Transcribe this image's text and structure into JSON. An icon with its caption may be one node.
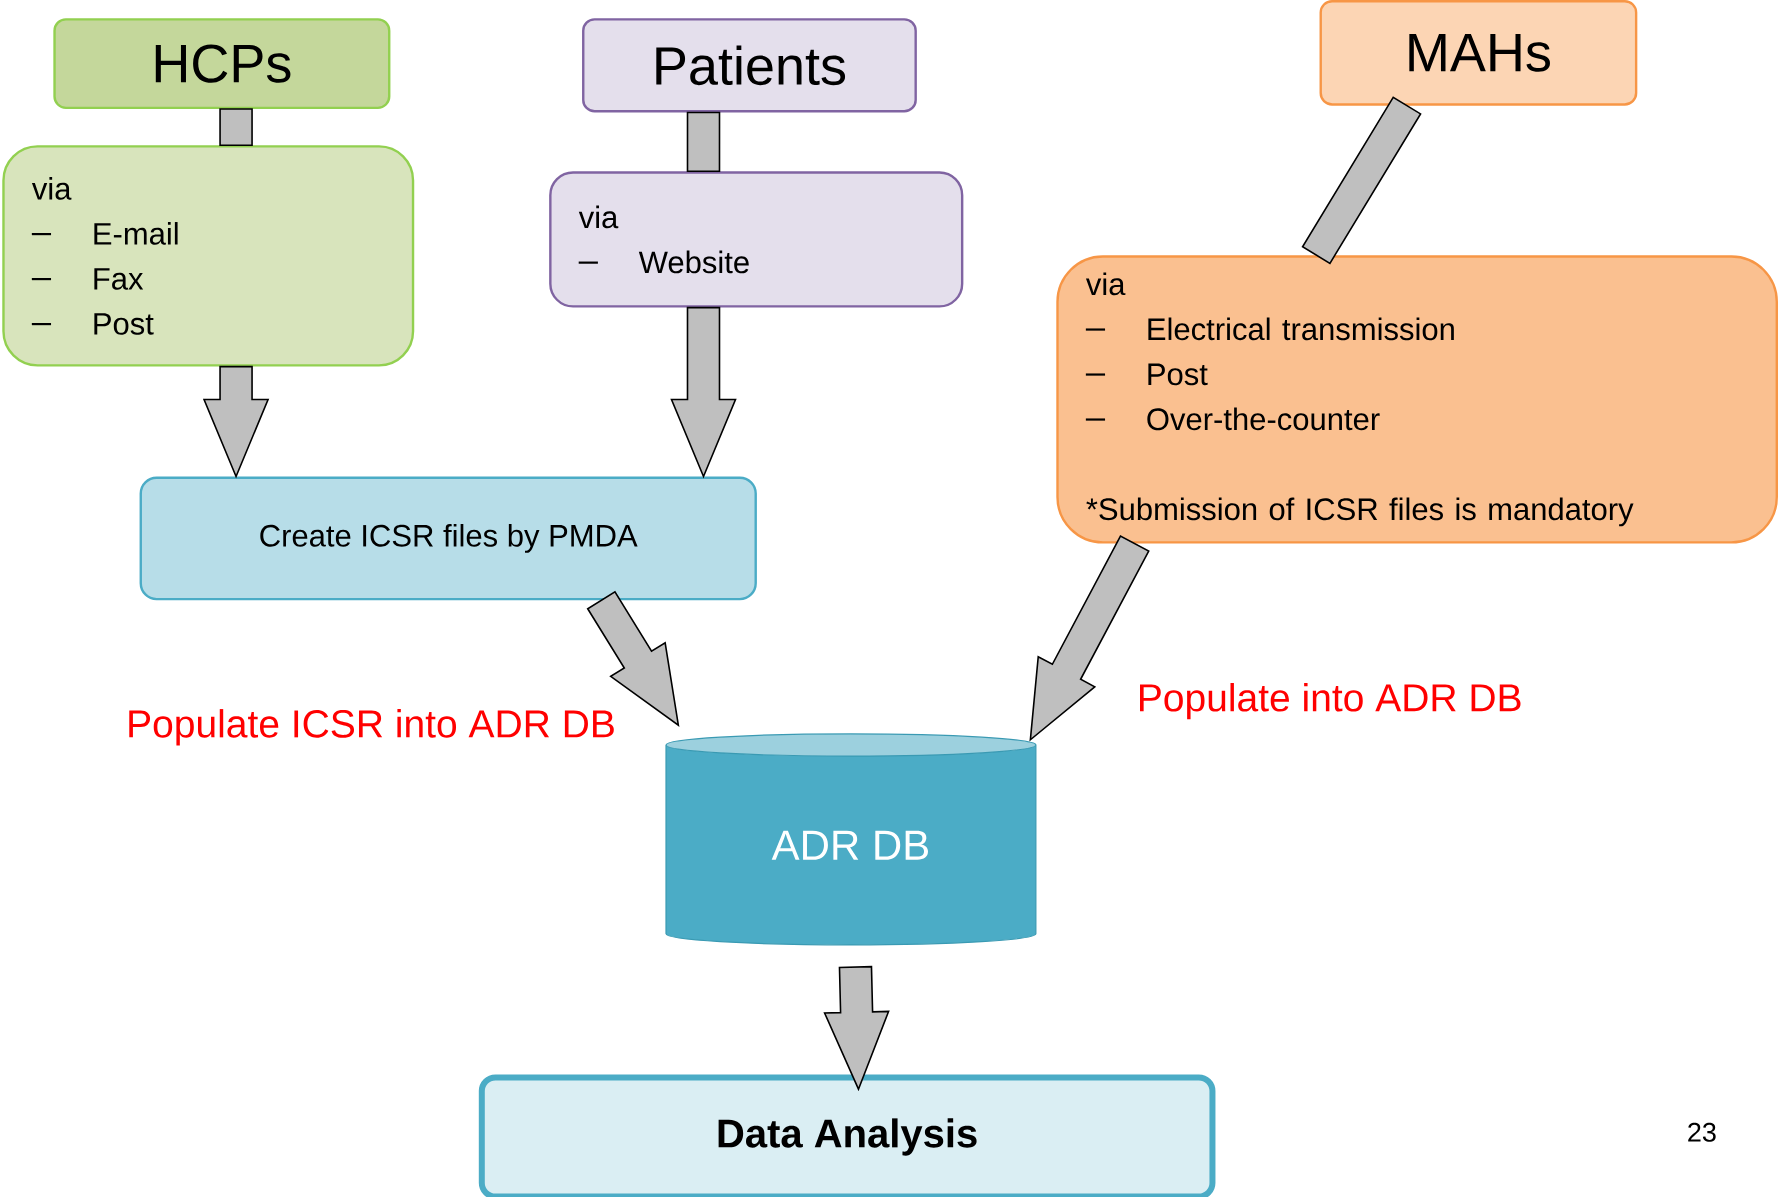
{
  "diagram": {
    "nodes": [
      {
        "text": [
          "HCPs"
        ]
      },
      {
        "text": [
          "via",
          "E-mail",
          "Fax",
          "Post"
        ]
      },
      {
        "text": [
          "Patients"
        ]
      },
      {
        "text": [
          "via",
          "Website"
        ]
      },
      {
        "text": [
          "MAHs"
        ]
      },
      {
        "text": [
          "via",
          "Electrical transmission",
          "Post",
          "Over-the-counter",
          "*Submission of ICSR files is mandatory"
        ]
      },
      {
        "text": [
          "Create ICSR files by PMDA"
        ]
      },
      {
        "text": [
          "ADR DB"
        ]
      },
      {
        "text": [
          "Data Analysis"
        ]
      }
    ],
    "edges": [
      {
        "from": 0,
        "to": 1,
        "arrow": "none"
      },
      {
        "from": 1,
        "to": 6,
        "arrow": "to"
      },
      {
        "from": 2,
        "to": 3,
        "arrow": "none"
      },
      {
        "from": 3,
        "to": 6,
        "arrow": "to"
      },
      {
        "from": 4,
        "to": 5,
        "arrow": "none"
      },
      {
        "from": 5,
        "to": 7,
        "arrow": "to",
        "label": "Populate into ADR DB"
      },
      {
        "from": 6,
        "to": 7,
        "arrow": "to",
        "label": "Populate ICSR into ADR DB"
      },
      {
        "from": 7,
        "to": 8,
        "arrow": "to"
      }
    ],
    "labels": [
      "23"
    ]
  }
}
